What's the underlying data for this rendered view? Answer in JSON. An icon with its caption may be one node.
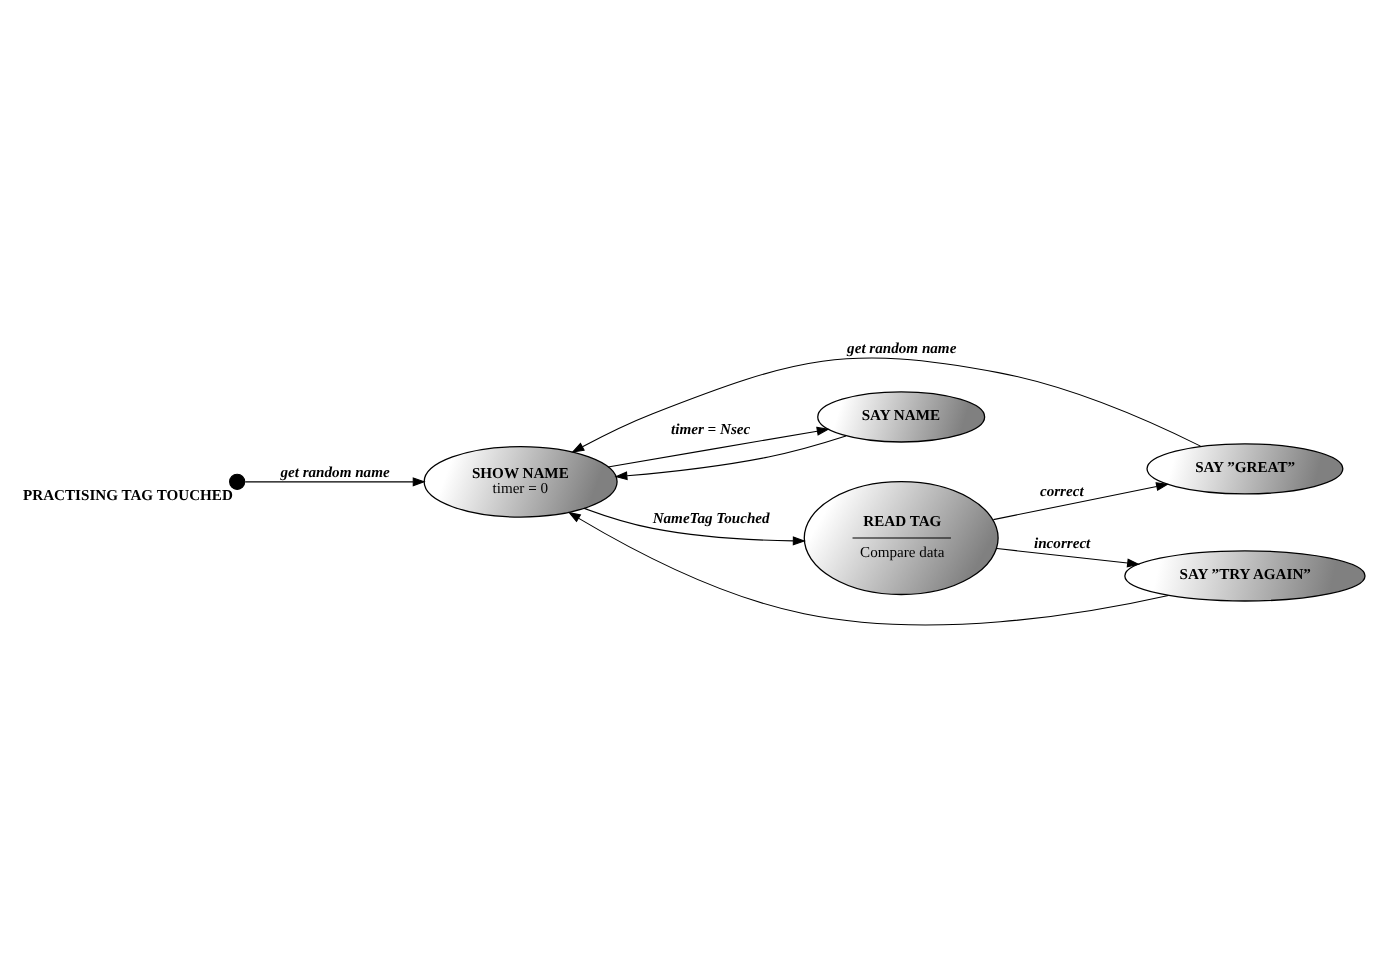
{
  "diagram": {
    "nodes": [
      {
        "text": [],
        "shape": "circle",
        "beside": [
          "PRACTISING TAG TOUCHED"
        ]
      },
      {
        "text": [
          "SHOW NAME",
          "timer = 0"
        ]
      },
      {
        "text": [
          "READ TAG",
          "Compare data"
        ]
      },
      {
        "text": [
          "SAY ”GREAT”"
        ]
      },
      {
        "text": [
          "SAY ”TRY AGAIN”"
        ]
      },
      {
        "text": [
          "SAY NAME"
        ]
      }
    ],
    "edges": [
      {
        "from": 0,
        "to": 1,
        "arrow": "to",
        "label": "get random name"
      },
      {
        "from": 1,
        "to": 2,
        "arrow": "to",
        "label": "NameTag Touched"
      },
      {
        "from": 2,
        "to": 3,
        "arrow": "to",
        "label": "correct"
      },
      {
        "from": 2,
        "to": 4,
        "arrow": "to",
        "label": "incorrect"
      },
      {
        "from": 3,
        "to": 1,
        "arrow": "to",
        "label": "get random name"
      },
      {
        "from": 4,
        "to": 1,
        "arrow": "to"
      },
      {
        "from": 1,
        "to": 5,
        "arrow": "to",
        "label": "timer = Nsec"
      },
      {
        "from": 5,
        "to": 1,
        "arrow": "to"
      }
    ]
  }
}
